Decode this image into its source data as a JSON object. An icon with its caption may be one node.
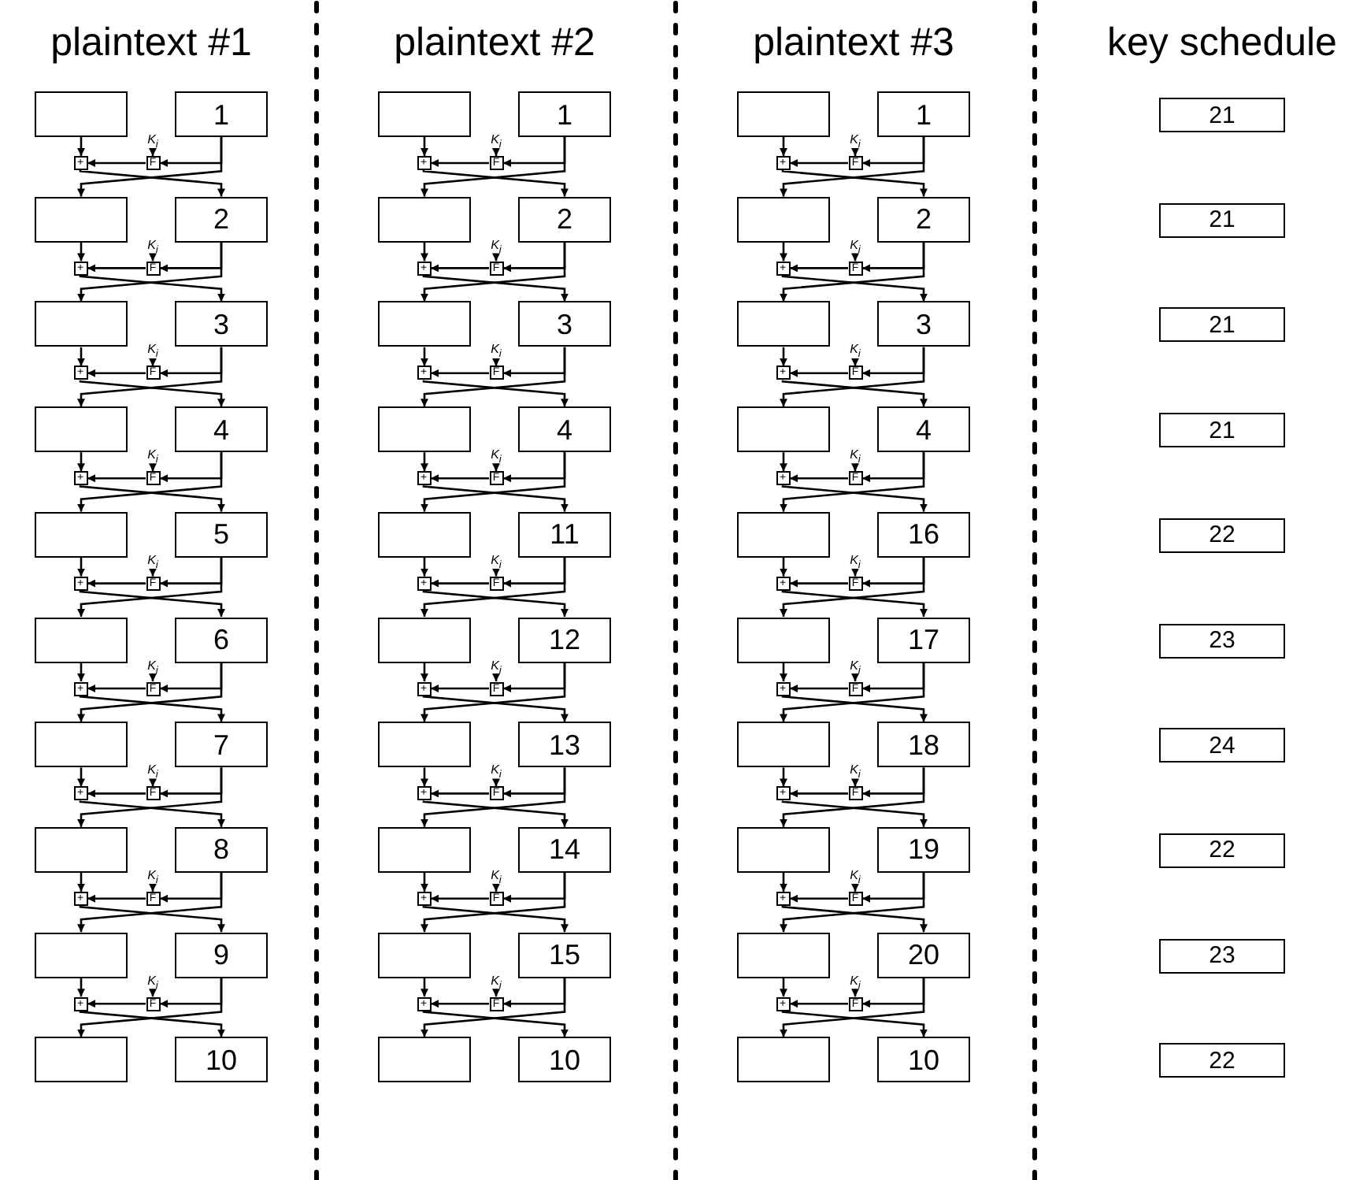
{
  "diagram": {
    "nodes": [
      {
        "text": [],
        "shape": "box"
      },
      {
        "text": [
          "1"
        ]
      },
      {
        "text": [
          "K$_{i}$"
        ]
      },
      {
        "text": [
          "F"
        ]
      },
      {
        "text": [
          "+"
        ]
      },
      {
        "text": [],
        "shape": "box"
      },
      {
        "text": [
          "2"
        ]
      },
      {
        "text": [
          "K$_{i}$"
        ]
      },
      {
        "text": [
          "F"
        ]
      },
      {
        "text": [
          "+"
        ]
      },
      {
        "text": [],
        "shape": "box"
      },
      {
        "text": [
          "3"
        ]
      },
      {
        "text": [
          "K$_{i}$"
        ]
      },
      {
        "text": [
          "F"
        ]
      },
      {
        "text": [
          "+"
        ]
      },
      {
        "text": [],
        "shape": "box"
      },
      {
        "text": [
          "4"
        ]
      },
      {
        "text": [
          "K$_{i}$"
        ]
      },
      {
        "text": [
          "F"
        ]
      },
      {
        "text": [
          "+"
        ]
      },
      {
        "text": [],
        "shape": "box"
      },
      {
        "text": [
          "5"
        ]
      },
      {
        "text": [
          "K$_{i}$"
        ]
      },
      {
        "text": [
          "F"
        ]
      },
      {
        "text": [
          "+"
        ]
      },
      {
        "text": [],
        "shape": "box"
      },
      {
        "text": [
          "6"
        ]
      },
      {
        "text": [
          "K$_{i}$"
        ]
      },
      {
        "text": [
          "F"
        ]
      },
      {
        "text": [
          "+"
        ]
      },
      {
        "text": [],
        "shape": "box"
      },
      {
        "text": [
          "7"
        ]
      },
      {
        "text": [
          "K$_{i}$"
        ]
      },
      {
        "text": [
          "F"
        ]
      },
      {
        "text": [
          "+"
        ]
      },
      {
        "text": [],
        "shape": "box"
      },
      {
        "text": [
          "8"
        ]
      },
      {
        "text": [
          "K$_{i}$"
        ]
      },
      {
        "text": [
          "F"
        ]
      },
      {
        "text": [
          "+"
        ]
      },
      {
        "text": [],
        "shape": "box"
      },
      {
        "text": [
          "9"
        ]
      },
      {
        "text": [
          "K$_{i}$"
        ]
      },
      {
        "text": [
          "F"
        ]
      },
      {
        "text": [
          "+"
        ]
      },
      {
        "text": [],
        "shape": "box"
      },
      {
        "text": [
          "10"
        ]
      },
      {
        "text": [],
        "shape": "box"
      },
      {
        "text": [
          "1"
        ]
      },
      {
        "text": [
          "K$_{i}$"
        ]
      },
      {
        "text": [
          "F"
        ]
      },
      {
        "text": [
          "+"
        ]
      },
      {
        "text": [],
        "shape": "box"
      },
      {
        "text": [
          "2"
        ]
      },
      {
        "text": [
          "K$_{i}$"
        ]
      },
      {
        "text": [
          "F"
        ]
      },
      {
        "text": [
          "+"
        ]
      },
      {
        "text": [],
        "shape": "box"
      },
      {
        "text": [
          "3"
        ]
      },
      {
        "text": [
          "K$_{i}$"
        ]
      },
      {
        "text": [
          "F"
        ]
      },
      {
        "text": [
          "+"
        ]
      },
      {
        "text": [],
        "shape": "box"
      },
      {
        "text": [
          "4"
        ]
      },
      {
        "text": [
          "K$_{i}$"
        ]
      },
      {
        "text": [
          "F"
        ]
      },
      {
        "text": [
          "+"
        ]
      },
      {
        "text": [],
        "shape": "box"
      },
      {
        "text": [
          "11"
        ]
      },
      {
        "text": [
          "K$_{i}$"
        ]
      },
      {
        "text": [
          "F"
        ]
      },
      {
        "text": [
          "+"
        ]
      },
      {
        "text": [],
        "shape": "box"
      },
      {
        "text": [
          "12"
        ]
      },
      {
        "text": [
          "K$_{i}$"
        ]
      },
      {
        "text": [
          "F"
        ]
      },
      {
        "text": [
          "+"
        ]
      },
      {
        "text": [],
        "shape": "box"
      },
      {
        "text": [
          "13"
        ]
      },
      {
        "text": [
          "K$_{i}$"
        ]
      },
      {
        "text": [
          "F"
        ]
      },
      {
        "text": [
          "+"
        ]
      },
      {
        "text": [],
        "shape": "box"
      },
      {
        "text": [
          "14"
        ]
      },
      {
        "text": [
          "K$_{i}$"
        ]
      },
      {
        "text": [
          "F"
        ]
      },
      {
        "text": [
          "+"
        ]
      },
      {
        "text": [],
        "shape": "box"
      },
      {
        "text": [
          "15"
        ]
      },
      {
        "text": [
          "K$_{i}$"
        ]
      },
      {
        "text": [
          "F"
        ]
      },
      {
        "text": [
          "+"
        ]
      },
      {
        "text": [],
        "shape": "box"
      },
      {
        "text": [
          "10"
        ]
      },
      {
        "text": [],
        "shape": "box"
      },
      {
        "text": [
          "1"
        ]
      },
      {
        "text": [
          "K$_{i}$"
        ]
      },
      {
        "text": [
          "F"
        ]
      },
      {
        "text": [
          "+"
        ]
      },
      {
        "text": [],
        "shape": "box"
      },
      {
        "text": [
          "2"
        ]
      },
      {
        "text": [
          "K$_{i}$"
        ]
      },
      {
        "text": [
          "F"
        ]
      },
      {
        "text": [
          "+"
        ]
      },
      {
        "text": [],
        "shape": "box"
      },
      {
        "text": [
          "3"
        ]
      },
      {
        "text": [
          "K$_{i}$"
        ]
      },
      {
        "text": [
          "F"
        ]
      },
      {
        "text": [
          "+"
        ]
      },
      {
        "text": [],
        "shape": "box"
      },
      {
        "text": [
          "4"
        ]
      },
      {
        "text": [
          "K$_{i}$"
        ]
      },
      {
        "text": [
          "F"
        ]
      },
      {
        "text": [
          "+"
        ]
      },
      {
        "text": [],
        "shape": "box"
      },
      {
        "text": [
          "16"
        ]
      },
      {
        "text": [
          "K$_{i}$"
        ]
      },
      {
        "text": [
          "F"
        ]
      },
      {
        "text": [
          "+"
        ]
      },
      {
        "text": [],
        "shape": "box"
      },
      {
        "text": [
          "17"
        ]
      },
      {
        "text": [
          "K$_{i}$"
        ]
      },
      {
        "text": [
          "F"
        ]
      },
      {
        "text": [
          "+"
        ]
      },
      {
        "text": [],
        "shape": "box"
      },
      {
        "text": [
          "18"
        ]
      },
      {
        "text": [
          "K$_{i}$"
        ]
      },
      {
        "text": [
          "F"
        ]
      },
      {
        "text": [
          "+"
        ]
      },
      {
        "text": [],
        "shape": "box"
      },
      {
        "text": [
          "19"
        ]
      },
      {
        "text": [
          "K$_{i}$"
        ]
      },
      {
        "text": [
          "F"
        ]
      },
      {
        "text": [
          "+"
        ]
      },
      {
        "text": [],
        "shape": "box"
      },
      {
        "text": [
          "20"
        ]
      },
      {
        "text": [
          "K$_{i}$"
        ]
      },
      {
        "text": [
          "F"
        ]
      },
      {
        "text": [
          "+"
        ]
      },
      {
        "text": [],
        "shape": "box"
      },
      {
        "text": [
          "10"
        ]
      },
      {
        "text": [
          "21"
        ]
      },
      {
        "text": [
          "21"
        ]
      },
      {
        "text": [
          "21"
        ]
      },
      {
        "text": [
          "21"
        ]
      },
      {
        "text": [
          "22"
        ]
      },
      {
        "text": [
          "23"
        ]
      },
      {
        "text": [
          "24"
        ]
      },
      {
        "text": [
          "22"
        ]
      },
      {
        "text": [
          "23"
        ]
      },
      {
        "text": [
          "22"
        ]
      }
    ],
    "edges": [
      {
        "from": 0,
        "to": 4,
        "arrow": "to"
      },
      {
        "from": 1,
        "to": 3,
        "arrow": "to"
      },
      {
        "from": 2,
        "to": 3,
        "arrow": "to"
      },
      {
        "from": 3,
        "to": 4,
        "arrow": "to"
      },
      {
        "from": 4,
        "to": 6,
        "arrow": "to"
      },
      {
        "from": 1,
        "to": 5,
        "arrow": "to"
      },
      {
        "from": 5,
        "to": 9,
        "arrow": "to"
      },
      {
        "from": 6,
        "to": 8,
        "arrow": "to"
      },
      {
        "from": 7,
        "to": 8,
        "arrow": "to"
      },
      {
        "from": 8,
        "to": 9,
        "arrow": "to"
      },
      {
        "from": 9,
        "to": 11,
        "arrow": "to"
      },
      {
        "from": 6,
        "to": 10,
        "arrow": "to"
      },
      {
        "from": 10,
        "to": 14,
        "arrow": "to"
      },
      {
        "from": 11,
        "to": 13,
        "arrow": "to"
      },
      {
        "from": 12,
        "to": 13,
        "arrow": "to"
      },
      {
        "from": 13,
        "to": 14,
        "arrow": "to"
      },
      {
        "from": 14,
        "to": 16,
        "arrow": "to"
      },
      {
        "from": 11,
        "to": 15,
        "arrow": "to"
      },
      {
        "from": 15,
        "to": 19,
        "arrow": "to"
      },
      {
        "from": 16,
        "to": 18,
        "arrow": "to"
      },
      {
        "from": 17,
        "to": 18,
        "arrow": "to"
      },
      {
        "from": 18,
        "to": 19,
        "arrow": "to"
      },
      {
        "from": 19,
        "to": 21,
        "arrow": "to"
      },
      {
        "from": 16,
        "to": 20,
        "arrow": "to"
      },
      {
        "from": 20,
        "to": 24,
        "arrow": "to"
      },
      {
        "from": 21,
        "to": 23,
        "arrow": "to"
      },
      {
        "from": 22,
        "to": 23,
        "arrow": "to"
      },
      {
        "from": 23,
        "to": 24,
        "arrow": "to"
      },
      {
        "from": 24,
        "to": 26,
        "arrow": "to"
      },
      {
        "from": 21,
        "to": 25,
        "arrow": "to"
      },
      {
        "from": 25,
        "to": 29,
        "arrow": "to"
      },
      {
        "from": 26,
        "to": 28,
        "arrow": "to"
      },
      {
        "from": 27,
        "to": 28,
        "arrow": "to"
      },
      {
        "from": 28,
        "to": 29,
        "arrow": "to"
      },
      {
        "from": 29,
        "to": 31,
        "arrow": "to"
      },
      {
        "from": 26,
        "to": 30,
        "arrow": "to"
      },
      {
        "from": 30,
        "to": 34,
        "arrow": "to"
      },
      {
        "from": 31,
        "to": 33,
        "arrow": "to"
      },
      {
        "from": 32,
        "to": 33,
        "arrow": "to"
      },
      {
        "from": 33,
        "to": 34,
        "arrow": "to"
      },
      {
        "from": 34,
        "to": 36,
        "arrow": "to"
      },
      {
        "from": 31,
        "to": 35,
        "arrow": "to"
      },
      {
        "from": 35,
        "to": 39,
        "arrow": "to"
      },
      {
        "from": 36,
        "to": 38,
        "arrow": "to"
      },
      {
        "from": 37,
        "to": 38,
        "arrow": "to"
      },
      {
        "from": 38,
        "to": 39,
        "arrow": "to"
      },
      {
        "from": 39,
        "to": 41,
        "arrow": "to"
      },
      {
        "from": 36,
        "to": 40,
        "arrow": "to"
      },
      {
        "from": 40,
        "to": 44,
        "arrow": "to"
      },
      {
        "from": 41,
        "to": 43,
        "arrow": "to"
      },
      {
        "from": 42,
        "to": 43,
        "arrow": "to"
      },
      {
        "from": 43,
        "to": 44,
        "arrow": "to"
      },
      {
        "from": 44,
        "to": 46,
        "arrow": "to"
      },
      {
        "from": 41,
        "to": 45,
        "arrow": "to"
      },
      {
        "from": 47,
        "to": 51,
        "arrow": "to"
      },
      {
        "from": 48,
        "to": 50,
        "arrow": "to"
      },
      {
        "from": 49,
        "to": 50,
        "arrow": "to"
      },
      {
        "from": 50,
        "to": 51,
        "arrow": "to"
      },
      {
        "from": 51,
        "to": 53,
        "arrow": "to"
      },
      {
        "from": 48,
        "to": 52,
        "arrow": "to"
      },
      {
        "from": 52,
        "to": 56,
        "arrow": "to"
      },
      {
        "from": 53,
        "to": 55,
        "arrow": "to"
      },
      {
        "from": 54,
        "to": 55,
        "arrow": "to"
      },
      {
        "from": 55,
        "to": 56,
        "arrow": "to"
      },
      {
        "from": 56,
        "to": 58,
        "arrow": "to"
      },
      {
        "from": 53,
        "to": 57,
        "arrow": "to"
      },
      {
        "from": 57,
        "to": 61,
        "arrow": "to"
      },
      {
        "from": 58,
        "to": 60,
        "arrow": "to"
      },
      {
        "from": 59,
        "to": 60,
        "arrow": "to"
      },
      {
        "from": 60,
        "to": 61,
        "arrow": "to"
      },
      {
        "from": 61,
        "to": 63,
        "arrow": "to"
      },
      {
        "from": 58,
        "to": 62,
        "arrow": "to"
      },
      {
        "from": 62,
        "to": 66,
        "arrow": "to"
      },
      {
        "from": 63,
        "to": 65,
        "arrow": "to"
      },
      {
        "from": 64,
        "to": 65,
        "arrow": "to"
      },
      {
        "from": 65,
        "to": 66,
        "arrow": "to"
      },
      {
        "from": 66,
        "to": 68,
        "arrow": "to"
      },
      {
        "from": 63,
        "to": 67,
        "arrow": "to"
      },
      {
        "from": 67,
        "to": 71,
        "arrow": "to"
      },
      {
        "from": 68,
        "to": 70,
        "arrow": "to"
      },
      {
        "from": 69,
        "to": 70,
        "arrow": "to"
      },
      {
        "from": 70,
        "to": 71,
        "arrow": "to"
      },
      {
        "from": 71,
        "to": 73,
        "arrow": "to"
      },
      {
        "from": 68,
        "to": 72,
        "arrow": "to"
      },
      {
        "from": 72,
        "to": 76,
        "arrow": "to"
      },
      {
        "from": 73,
        "to": 75,
        "arrow": "to"
      },
      {
        "from": 74,
        "to": 75,
        "arrow": "to"
      },
      {
        "from": 75,
        "to": 76,
        "arrow": "to"
      },
      {
        "from": 76,
        "to": 78,
        "arrow": "to"
      },
      {
        "from": 73,
        "to": 77,
        "arrow": "to"
      },
      {
        "from": 77,
        "to": 81,
        "arrow": "to"
      },
      {
        "from": 78,
        "to": 80,
        "arrow": "to"
      },
      {
        "from": 79,
        "to": 80,
        "arrow": "to"
      },
      {
        "from": 80,
        "to": 81,
        "arrow": "to"
      },
      {
        "from": 81,
        "to": 83,
        "arrow": "to"
      },
      {
        "from": 78,
        "to": 82,
        "arrow": "to"
      },
      {
        "from": 82,
        "to": 86,
        "arrow": "to"
      },
      {
        "from": 83,
        "to": 85,
        "arrow": "to"
      },
      {
        "from": 84,
        "to": 85,
        "arrow": "to"
      },
      {
        "from": 85,
        "to": 86,
        "arrow": "to"
      },
      {
        "from": 86,
        "to": 88,
        "arrow": "to"
      },
      {
        "from": 83,
        "to": 87,
        "arrow": "to"
      },
      {
        "from": 87,
        "to": 91,
        "arrow": "to"
      },
      {
        "from": 88,
        "to": 90,
        "arrow": "to"
      },
      {
        "from": 89,
        "to": 90,
        "arrow": "to"
      },
      {
        "from": 90,
        "to": 91,
        "arrow": "to"
      },
      {
        "from": 91,
        "to": 93,
        "arrow": "to"
      },
      {
        "from": 88,
        "to": 92,
        "arrow": "to"
      },
      {
        "from": 94,
        "to": 98,
        "arrow": "to"
      },
      {
        "from": 95,
        "to": 97,
        "arrow": "to"
      },
      {
        "from": 96,
        "to": 97,
        "arrow": "to"
      },
      {
        "from": 97,
        "to": 98,
        "arrow": "to"
      },
      {
        "from": 98,
        "to": 100,
        "arrow": "to"
      },
      {
        "from": 95,
        "to": 99,
        "arrow": "to"
      },
      {
        "from": 99,
        "to": 103,
        "arrow": "to"
      },
      {
        "from": 100,
        "to": 102,
        "arrow": "to"
      },
      {
        "from": 101,
        "to": 102,
        "arrow": "to"
      },
      {
        "from": 102,
        "to": 103,
        "arrow": "to"
      },
      {
        "from": 103,
        "to": 105,
        "arrow": "to"
      },
      {
        "from": 100,
        "to": 104,
        "arrow": "to"
      },
      {
        "from": 104,
        "to": 108,
        "arrow": "to"
      },
      {
        "from": 105,
        "to": 107,
        "arrow": "to"
      },
      {
        "from": 106,
        "to": 107,
        "arrow": "to"
      },
      {
        "from": 107,
        "to": 108,
        "arrow": "to"
      },
      {
        "from": 108,
        "to": 110,
        "arrow": "to"
      },
      {
        "from": 105,
        "to": 109,
        "arrow": "to"
      },
      {
        "from": 109,
        "to": 113,
        "arrow": "to"
      },
      {
        "from": 110,
        "to": 112,
        "arrow": "to"
      },
      {
        "from": 111,
        "to": 112,
        "arrow": "to"
      },
      {
        "from": 112,
        "to": 113,
        "arrow": "to"
      },
      {
        "from": 113,
        "to": 115,
        "arrow": "to"
      },
      {
        "from": 110,
        "to": 114,
        "arrow": "to"
      },
      {
        "from": 114,
        "to": 118,
        "arrow": "to"
      },
      {
        "from": 115,
        "to": 117,
        "arrow": "to"
      },
      {
        "from": 116,
        "to": 117,
        "arrow": "to"
      },
      {
        "from": 117,
        "to": 118,
        "arrow": "to"
      },
      {
        "from": 118,
        "to": 120,
        "arrow": "to"
      },
      {
        "from": 115,
        "to": 119,
        "arrow": "to"
      },
      {
        "from": 119,
        "to": 123,
        "arrow": "to"
      },
      {
        "from": 120,
        "to": 122,
        "arrow": "to"
      },
      {
        "from": 121,
        "to": 122,
        "arrow": "to"
      },
      {
        "from": 122,
        "to": 123,
        "arrow": "to"
      },
      {
        "from": 123,
        "to": 125,
        "arrow": "to"
      },
      {
        "from": 120,
        "to": 124,
        "arrow": "to"
      },
      {
        "from": 124,
        "to": 128,
        "arrow": "to"
      },
      {
        "from": 125,
        "to": 127,
        "arrow": "to"
      },
      {
        "from": 126,
        "to": 127,
        "arrow": "to"
      },
      {
        "from": 127,
        "to": 128,
        "arrow": "to"
      },
      {
        "from": 128,
        "to": 130,
        "arrow": "to"
      },
      {
        "from": 125,
        "to": 129,
        "arrow": "to"
      },
      {
        "from": 129,
        "to": 133,
        "arrow": "to"
      },
      {
        "from": 130,
        "to": 132,
        "arrow": "to"
      },
      {
        "from": 131,
        "to": 132,
        "arrow": "to"
      },
      {
        "from": 132,
        "to": 133,
        "arrow": "to"
      },
      {
        "from": 133,
        "to": 135,
        "arrow": "to"
      },
      {
        "from": 130,
        "to": 134,
        "arrow": "to"
      },
      {
        "from": 134,
        "to": 138,
        "arrow": "to"
      },
      {
        "from": 135,
        "to": 137,
        "arrow": "to"
      },
      {
        "from": 136,
        "to": 137,
        "arrow": "to"
      },
      {
        "from": 137,
        "to": 138,
        "arrow": "to"
      },
      {
        "from": 138,
        "to": 140,
        "arrow": "to"
      },
      {
        "from": 135,
        "to": 139,
        "arrow": "to"
      }
    ],
    "labels": [
      "plaintext #1",
      "plaintext #2",
      "plaintext #3",
      "key schedule"
    ]
  }
}
